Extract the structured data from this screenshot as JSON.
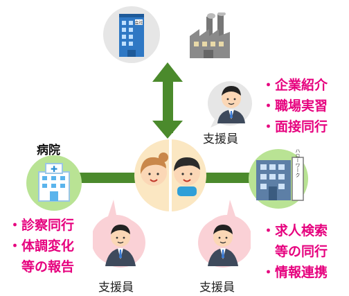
{
  "hospital": {
    "title": "病院",
    "sign": "✚"
  },
  "company": {
    "building_label": "会社"
  },
  "hellowork": {
    "sign": "ハローワーク"
  },
  "staff_label": "支援員",
  "company_support": [
    "・企業紹介",
    "・職場実習",
    "・面接同行"
  ],
  "hospital_support": [
    "・診察同行",
    "・体調変化",
    "等の報告"
  ],
  "hellowork_support": [
    "・求人検索",
    "等の同行",
    "・情報連携"
  ],
  "colors": {
    "arrow": "#4b8a2c",
    "node_bg": "#b9e394",
    "accent_text": "#e6007e",
    "staff_bubble": "#fad1d6",
    "company_bubble": "#e6e6e6",
    "center_bg": "#fbe7c2"
  }
}
